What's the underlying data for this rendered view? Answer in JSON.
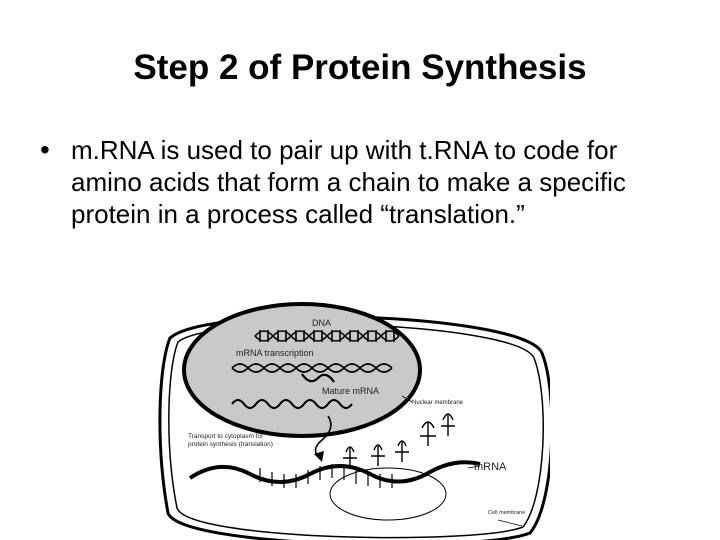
{
  "slide": {
    "title": "Step 2 of Protein Synthesis",
    "bullet_symbol": "•",
    "bullet_text": "m.RNA is used to pair up with t.RNA to code for amino acids that form a chain to make a specific protein in a process called “translation.”"
  },
  "figure": {
    "labels": {
      "dna": "DNA",
      "mrna_transcription": "mRNA transcription",
      "mature_mrna": "Mature mRNA",
      "nuclear_membrane": "Nuclear membrane",
      "transport_line1": "Transport to cytoplasm for",
      "transport_line2": "protein synthesis (translation)",
      "mrna": "mRNA",
      "cell_membrane": "Cell membrane"
    }
  }
}
